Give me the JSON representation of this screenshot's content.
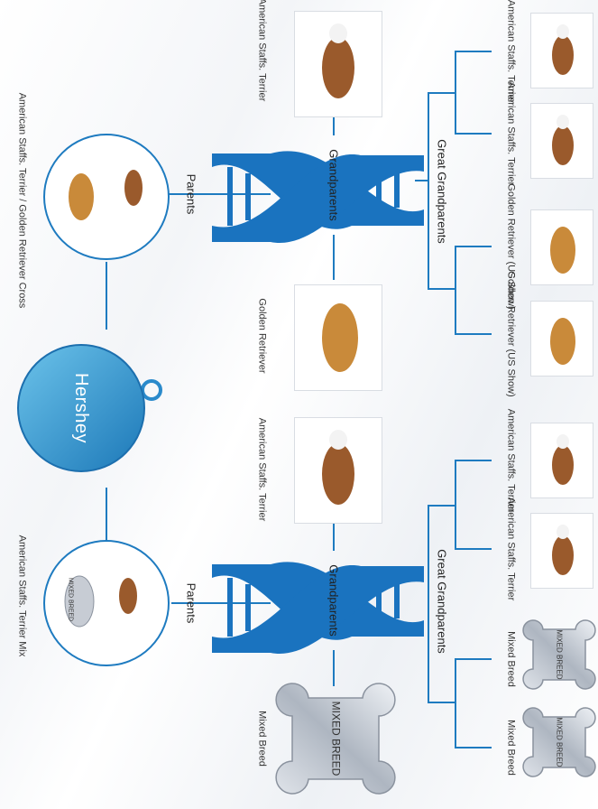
{
  "title": "Hershey",
  "colors": {
    "accent": "#1a73bf",
    "tag": "#3aa0d6",
    "line": "#1e7bc0"
  },
  "top": {
    "great_grandparents_label": "Great Grandparents",
    "grandparents_label": "Grandparents",
    "parents_label": "Parents",
    "great_grandparents": [
      "American Staffs. Terrier",
      "American Staffs. Terrier",
      "Golden Retriever (US Show)",
      "Golden Retriever (US Show)"
    ],
    "grandparents": [
      "American Staffs. Terrier",
      "Golden Retriever"
    ],
    "parent": "American Staffs. Terrier / Golden Retriever Cross"
  },
  "bottom": {
    "great_grandparents_label": "Great Grandparents",
    "grandparents_label": "Grandparents",
    "parents_label": "Parents",
    "great_grandparents": [
      "American Staffs. Terrier",
      "American Staffs. Terrier",
      "Mixed Breed",
      "Mixed Breed"
    ],
    "grandparents": [
      "American Staffs. Terrier",
      "Mixed Breed"
    ],
    "parent": "American Staffs. Terrier Mix"
  },
  "mixed_breed_tag": "MIXED BREED"
}
